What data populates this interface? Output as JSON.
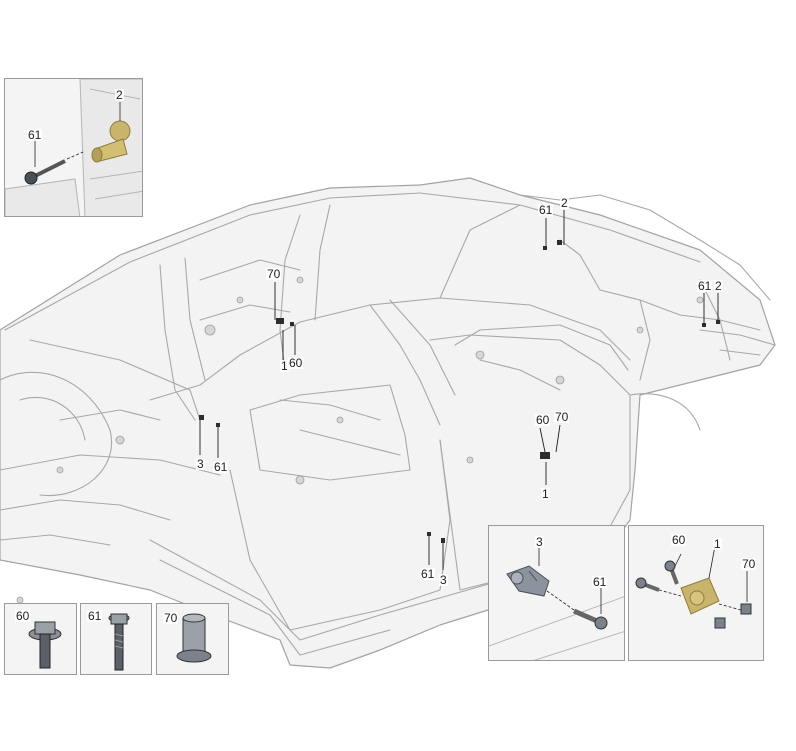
{
  "callouts": {
    "main_61_top_left": "61",
    "main_2_top_left": "2",
    "main_61_top_right": "61",
    "main_2_top_right": "2",
    "main_70_b_pillar": "70",
    "main_1_b_pillar": "1",
    "main_60_b_pillar": "60",
    "main_3_a_pillar": "3",
    "main_61_a_pillar": "61",
    "main_60_door": "60",
    "main_70_door": "70",
    "main_1_door": "1",
    "main_61_sill": "61",
    "main_3_sill": "3",
    "inset_tl_61": "61",
    "inset_tl_2": "2",
    "inset_3_3": "3",
    "inset_3_61": "61",
    "inset_1_60": "60",
    "inset_1_1": "1",
    "inset_1_70": "70",
    "parts_60": "60",
    "parts_61": "61",
    "parts_70": "70"
  },
  "colors": {
    "body_fill": "#f2f2f2",
    "body_line": "#9b9b9b",
    "part_gold": "#c8b46a",
    "part_gold_dark": "#8f7d3a",
    "part_grey": "#7d8591",
    "part_dark": "#3f444b",
    "inset_border": "#9a9a9a"
  }
}
